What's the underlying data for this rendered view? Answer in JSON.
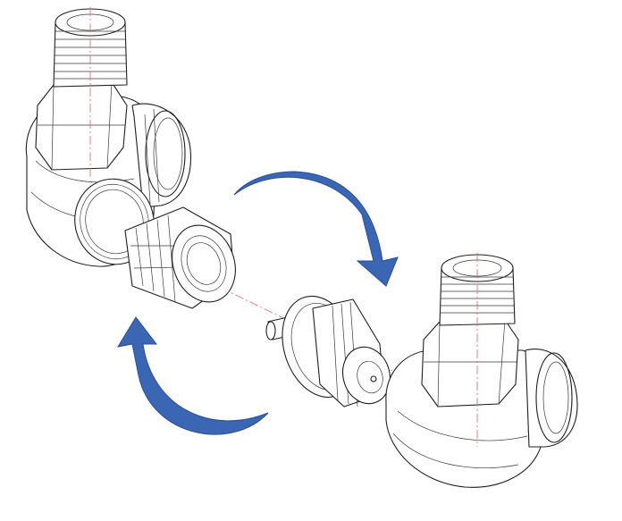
{
  "diagram": {
    "parts": [
      {
        "id": "elbow-fitting-left"
      },
      {
        "id": "threaded-insert-adapter"
      },
      {
        "id": "valve-insert-cone"
      },
      {
        "id": "elbow-fitting-right"
      }
    ],
    "arrows": [
      {
        "id": "rotation-arrow-upper",
        "direction": "clockwise"
      },
      {
        "id": "rotation-arrow-lower",
        "direction": "clockwise"
      }
    ],
    "colors": {
      "line": "#1f1f1f",
      "centerline": "#e06070",
      "arrow": "#3a66b4",
      "arrow_shade": "#2b4f96",
      "background": "#ffffff"
    }
  }
}
